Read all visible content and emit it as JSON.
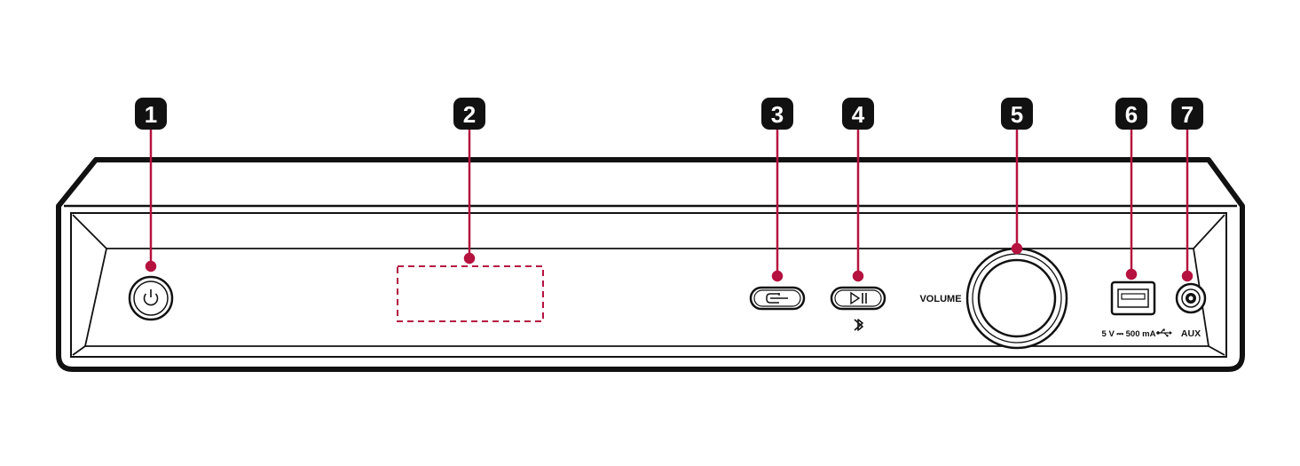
{
  "callouts": [
    {
      "number": "1",
      "part": "power-button"
    },
    {
      "number": "2",
      "part": "display-window"
    },
    {
      "number": "3",
      "part": "function-button"
    },
    {
      "number": "4",
      "part": "play-pause-button"
    },
    {
      "number": "5",
      "part": "volume-knob"
    },
    {
      "number": "6",
      "part": "usb-port"
    },
    {
      "number": "7",
      "part": "aux-jack"
    }
  ],
  "labels": {
    "volume": "VOLUME",
    "usb_rating": "5 V ⎓ 500 mA",
    "aux": "AUX"
  },
  "icons": {
    "power": "power-icon",
    "function": "input-source-icon",
    "play_pause": "play-pause-icon",
    "bluetooth": "bluetooth-icon",
    "usb": "usb-icon"
  },
  "colors": {
    "leader_line": "#b5123f",
    "outline": "#111111",
    "badge": "#111111",
    "display_dash": "#b5123f"
  }
}
